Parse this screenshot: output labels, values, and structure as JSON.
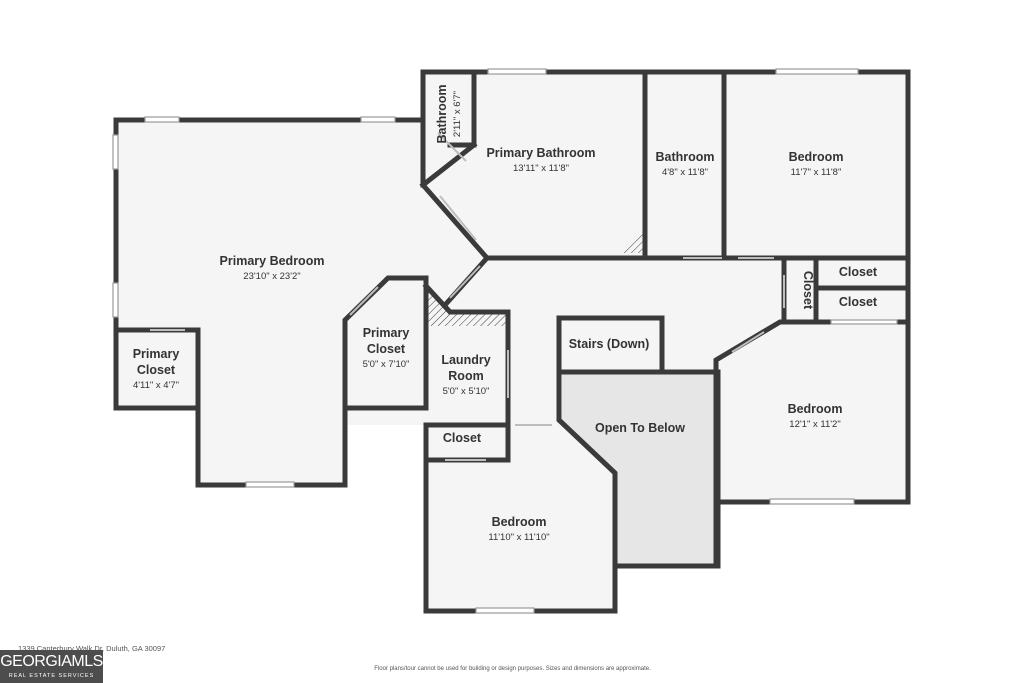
{
  "rooms": {
    "primary_bedroom": {
      "name": "Primary Bedroom",
      "dims": "23'10\" x 23'2\""
    },
    "primary_closet_left": {
      "name_line1": "Primary",
      "name_line2": "Closet",
      "dims": "4'11\" x 4'7\""
    },
    "primary_closet_center": {
      "name_line1": "Primary",
      "name_line2": "Closet",
      "dims": "5'0\" x 7'10\""
    },
    "bathroom_small": {
      "name": "Bathroom",
      "dims": "2'11\" x 6'7\""
    },
    "primary_bathroom": {
      "name": "Primary Bathroom",
      "dims": "13'11\" x 11'8\""
    },
    "bathroom": {
      "name": "Bathroom",
      "dims": "4'8\" x 11'8\""
    },
    "bedroom_top_right": {
      "name": "Bedroom",
      "dims": "11'7\" x 11'8\""
    },
    "closet_vertical": {
      "name": "Closet"
    },
    "closet_right_1": {
      "name": "Closet"
    },
    "closet_right_2": {
      "name": "Closet"
    },
    "laundry_room": {
      "name_line1": "Laundry",
      "name_line2": "Room",
      "dims": "5'0\" x 5'10\""
    },
    "stairs": {
      "name": "Stairs (Down)"
    },
    "open_to_below": {
      "name": "Open To Below"
    },
    "closet_laundry": {
      "name": "Closet"
    },
    "bedroom_bottom": {
      "name": "Bedroom",
      "dims": "11'10\" x 11'10\""
    },
    "bedroom_bottom_right": {
      "name": "Bedroom",
      "dims": "12'1\" x 11'2\""
    }
  },
  "footer": {
    "address": "1339 Canterbury Walk Dr, Duluth, GA 30097",
    "disclaimer": "Floor plans/tour cannot be used for building or design purposes. Sizes and dimensions are approximate.",
    "logo_main": "GEORGIAMLS",
    "logo_sub": "REAL ESTATE SERVICES"
  }
}
